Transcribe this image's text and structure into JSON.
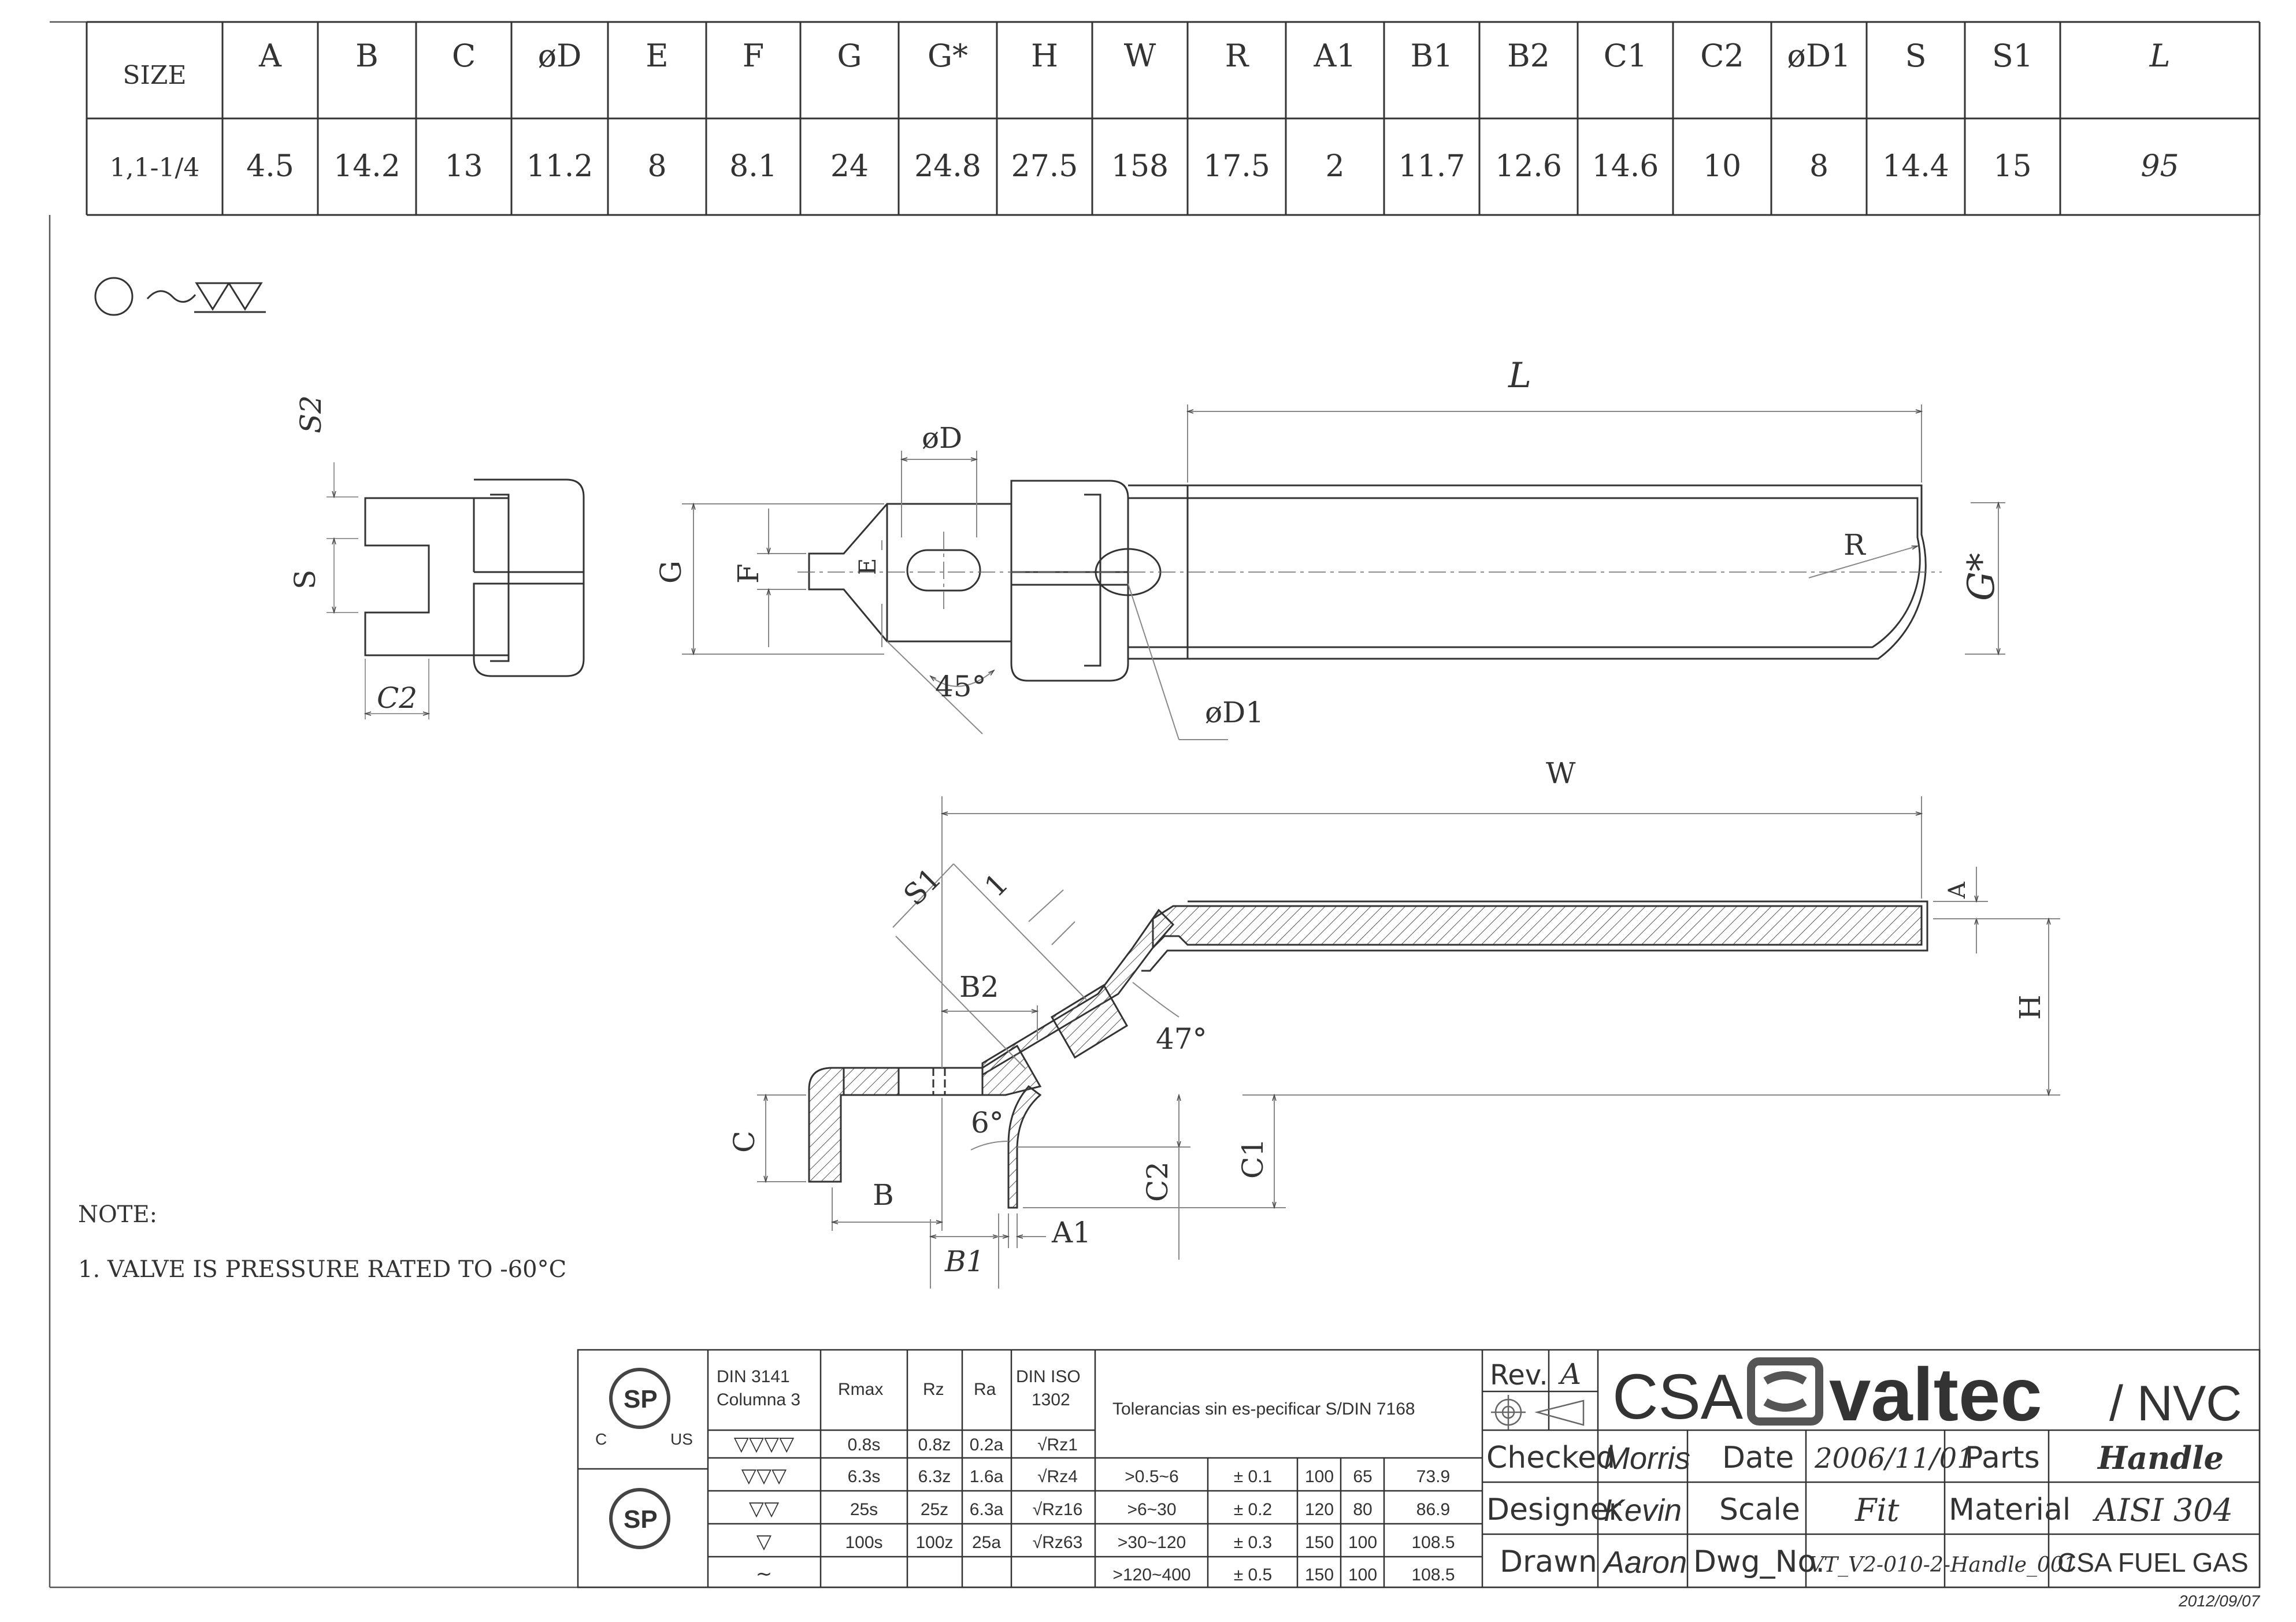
{
  "dimension_table": {
    "headers": [
      "SIZE",
      "A",
      "B",
      "C",
      "øD",
      "E",
      "F",
      "G",
      "G*",
      "H",
      "W",
      "R",
      "A1",
      "B1",
      "B2",
      "C1",
      "C2",
      "øD1",
      "S",
      "S1",
      "L"
    ],
    "values": [
      "1,1-1/4",
      "4.5",
      "14.2",
      "13",
      "11.2",
      "8",
      "8.1",
      "24",
      "24.8",
      "27.5",
      "158",
      "17.5",
      "2",
      "11.7",
      "12.6",
      "14.6",
      "10",
      "8",
      "14.4",
      "15",
      "95"
    ]
  },
  "surface_symbol": "○ ∼ ▽▽",
  "labels": {
    "S2": "S2",
    "S": "S",
    "C2_top": "C2",
    "phiD": "øD",
    "G": "G",
    "F": "F",
    "E": "E",
    "angle45": "45°",
    "L": "L",
    "R": "R",
    "Gstar": "G*",
    "phiD1": "øD1",
    "W": "W",
    "S1": "S1",
    "one": "1",
    "B2": "B2",
    "A": "A",
    "H": "H",
    "angle47": "47°",
    "angle6": "6°",
    "C": "C",
    "B": "B",
    "C2": "C2",
    "C1": "C1",
    "A1": "A1",
    "B1": "B1"
  },
  "notes": {
    "heading": "NOTE:",
    "line1": "1. VALVE IS PRESSURE RATED TO -60°C"
  },
  "tolerance_table": {
    "col_headers": [
      "DIN 3141",
      "Columna 3",
      "Rmax",
      "Rz",
      "Ra",
      "DIN ISO",
      "1302",
      "Tolerancias sin es-pecificar S/DIN 7168"
    ],
    "rows": [
      {
        "sym": "▽▽▽▽",
        "rmax": "0.8s",
        "rz": "0.8z",
        "ra": "0.2a",
        "iso": "Rz1",
        "range": "",
        "tol": "",
        "a": "",
        "b": "",
        "c": ""
      },
      {
        "sym": "▽▽▽",
        "rmax": "6.3s",
        "rz": "6.3z",
        "ra": "1.6a",
        "iso": "Rz4",
        "range": ">0.5~6",
        "tol": "± 0.1",
        "a": "100",
        "b": "65",
        "c": "73.9"
      },
      {
        "sym": "▽▽",
        "rmax": "25s",
        "rz": "25z",
        "ra": "6.3a",
        "iso": "Rz16",
        "range": ">6~30",
        "tol": "± 0.2",
        "a": "120",
        "b": "80",
        "c": "86.9"
      },
      {
        "sym": "▽",
        "rmax": "100s",
        "rz": "100z",
        "ra": "25a",
        "iso": "Rz63",
        "range": ">30~120",
        "tol": "± 0.3",
        "a": "150",
        "b": "100",
        "c": "108.5"
      },
      {
        "sym": "∼",
        "rmax": "",
        "rz": "",
        "ra": "",
        "iso": "",
        "range": ">120~400",
        "tol": "± 0.5",
        "a": "150",
        "b": "100",
        "c": "108.5"
      }
    ]
  },
  "cert": {
    "mark": "SP",
    "c": "C",
    "us": "US"
  },
  "title_block": {
    "rev_label": "Rev.",
    "rev_value": "A",
    "brand_csa": "CSA",
    "brand_valtec": "valtec",
    "brand_nvc": "/ NVC",
    "checked_label": "Checked",
    "checked_value": "Morris",
    "date_label": "Date",
    "date_value": "2006/11/01",
    "parts_label": "Parts",
    "parts_value": "Handle",
    "designer_label": "Designer",
    "designer_value": "Kevin",
    "scale_label": "Scale",
    "scale_value": "Fit",
    "material_label": "Material",
    "material_value": "AISI 304",
    "drawn_label": "Drawn",
    "drawn_value": "Aaron",
    "dwg_label": "Dwg_No.",
    "dwg_value": "VT_V2-010-2-Handle_001",
    "spec_value": "CSA FUEL GAS",
    "print_date": "2012/09/07"
  },
  "colors": {
    "line": "#333333",
    "faint": "#aaaaaa",
    "dim": "#888888"
  }
}
